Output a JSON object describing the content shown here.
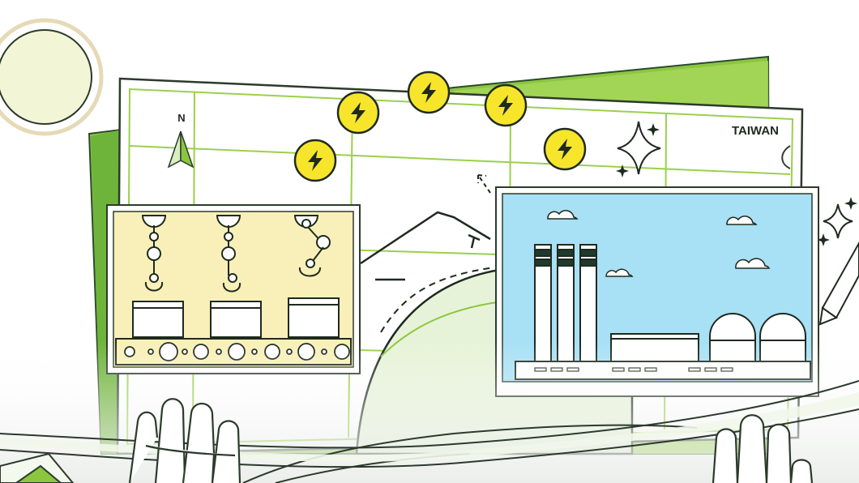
{
  "map": {
    "country_label": "TAIWAN",
    "compass_label": "N"
  },
  "icons": {
    "energy": "lightning-bolt",
    "sparkle": "four-point-star"
  },
  "colors": {
    "map_green": "#8cc63f",
    "map_green_dark": "#5aa02c",
    "energy_yellow": "#f7e52b",
    "outline": "#1f3a2a",
    "sky_blue": "#a8e0f5",
    "factory_panel": "#f8f0b8",
    "sun": "#f2f6d6"
  }
}
